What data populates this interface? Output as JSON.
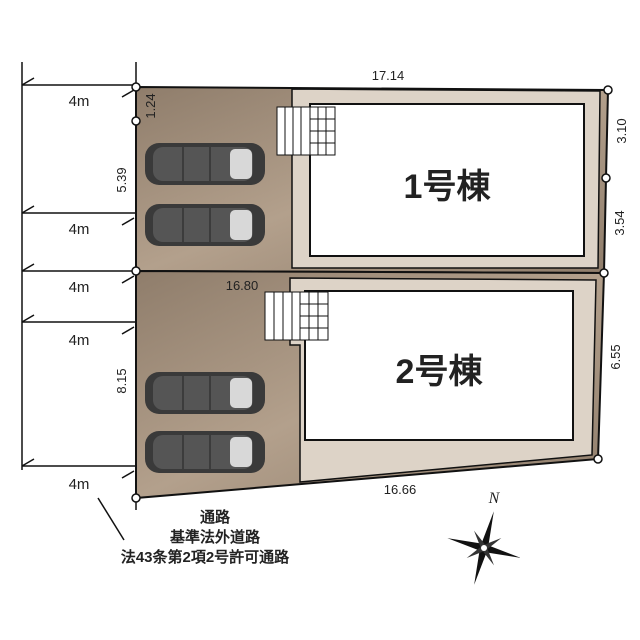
{
  "colors": {
    "lot": "#9c8a78",
    "yard": "#ddd3c7",
    "building": "#ffffff",
    "line": "#111111",
    "car": "#4a4a4a"
  },
  "buildings": [
    {
      "label": "1号棟"
    },
    {
      "label": "2号棟"
    }
  ],
  "road_widths": [
    "4m",
    "4m",
    "4m",
    "4m",
    "4m"
  ],
  "dimensions": {
    "top": "17.14",
    "left_upper_short": "1.24",
    "left_upper": "5.39",
    "divider": "16.80",
    "right_top": "3.10",
    "right_mid": "3.54",
    "right_lower": "6.55",
    "left_lower": "8.15",
    "bottom": "16.66"
  },
  "road_note": [
    "通路",
    "基準法外道路",
    "法43条第2項2号許可通路"
  ],
  "compass": {
    "label": "N",
    "icon": "compass-rose-icon"
  }
}
